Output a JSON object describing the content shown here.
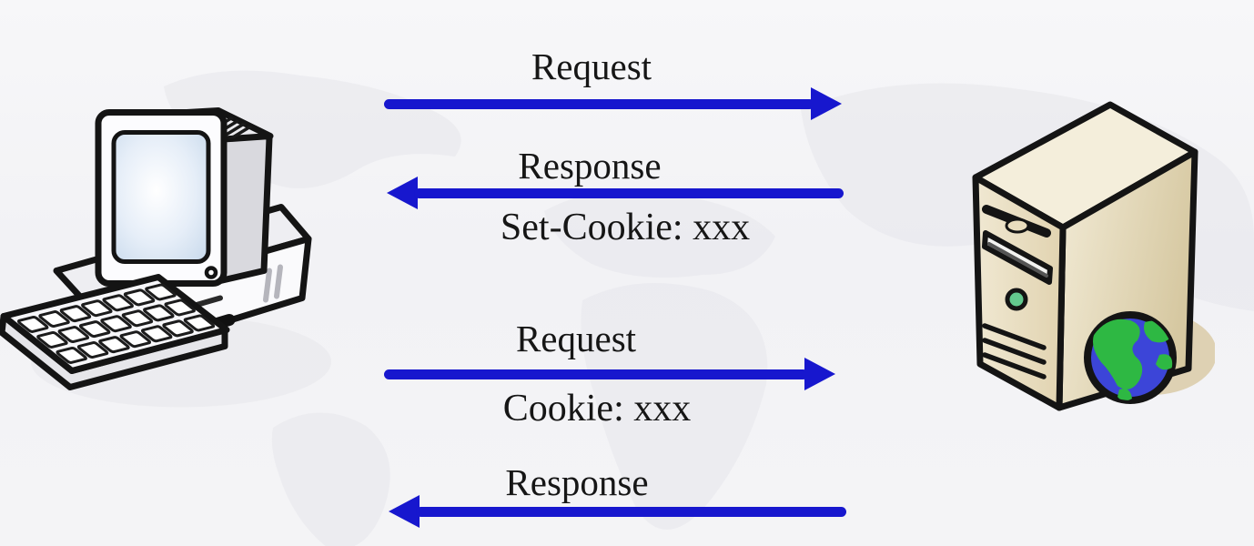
{
  "diagram": {
    "nodes": {
      "client": {
        "icon": "desktop-computer-icon"
      },
      "server": {
        "icon": "web-server-globe-icon"
      }
    },
    "messages": [
      {
        "label": "Request",
        "direction": "right",
        "detail": ""
      },
      {
        "label": "Response",
        "direction": "left",
        "detail": "Set-Cookie: xxx"
      },
      {
        "label": "Request",
        "direction": "right",
        "detail": "Cookie: xxx"
      },
      {
        "label": "Response",
        "direction": "left",
        "detail": ""
      }
    ],
    "colors": {
      "arrow": "#1717ce",
      "text": "#161616",
      "background": "#f4f4f6",
      "server_body": "#e7dbbd",
      "globe_ocean": "#3c45d8",
      "globe_land": "#2eb843"
    }
  }
}
